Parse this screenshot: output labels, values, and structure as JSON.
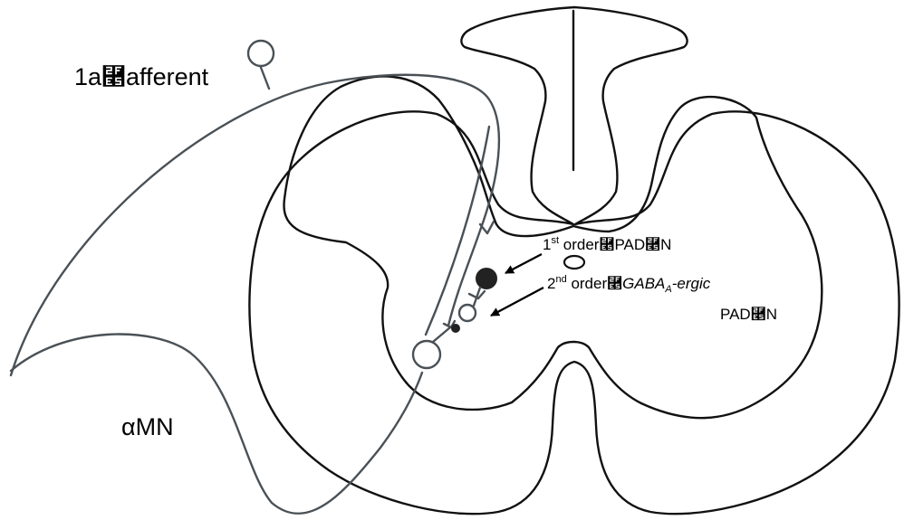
{
  "labels": {
    "afferent": "1a⿥afferent",
    "motoneuron": "αMN",
    "first_order": {
      "num": "1",
      "sup": "st",
      "text": " order⿥PAD⿥N"
    },
    "second_order": {
      "num": "2",
      "sup": "nd",
      "text": " order⿥",
      "gaba": "GABA",
      "gaba_sub": "A",
      "ergic": "-ergic"
    },
    "second_order_tail": "PAD⿥N"
  },
  "colors": {
    "outline": "#111111",
    "neuron": "#4a5156",
    "filled_cell": "#222222"
  }
}
